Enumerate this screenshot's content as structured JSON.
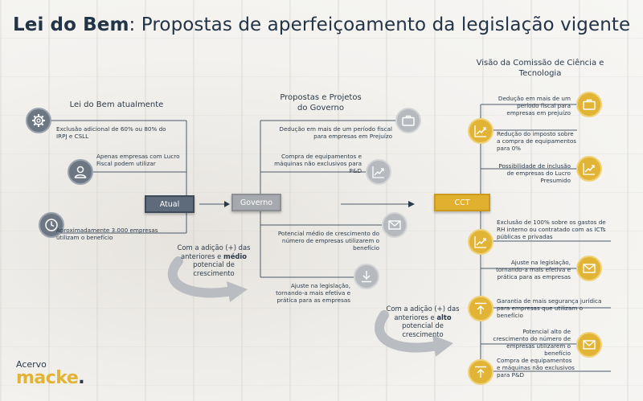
{
  "title": {
    "bold": "Lei do Bem",
    "rest": ": Propostas de aperfeiçoamento da legislação vigente"
  },
  "columns": {
    "atual": {
      "header": "Lei do Bem atualmente",
      "box": "Atual",
      "items": [
        {
          "icon": "gear-icon",
          "text": "Exclusão adicional de 60% ou 80% do IRPJ e CSLL"
        },
        {
          "icon": "user-icon",
          "text": "Apenas empresas com Lucro Fiscal podem utilizar"
        },
        {
          "icon": "clock-icon",
          "text": "Aproximadamente 3.000 empresas utilizam o benefício"
        }
      ]
    },
    "governo": {
      "header": "Propostas e Projetos do Governo",
      "box": "Governo",
      "items": [
        {
          "icon": "briefcase-icon",
          "text": "Dedução em mais de um período fiscal para empresas em Prejuízo"
        },
        {
          "icon": "chart-icon",
          "text": "Compra de equipamentos e máquinas não exclusivos para P&D"
        },
        {
          "icon": "mail-icon",
          "text": "Potencial médio de crescimento do número de empresas utilizarem o benefício"
        },
        {
          "icon": "download-icon",
          "text": "Ajuste na legislação, tornando-a mais efetiva e prática para as empresas"
        }
      ]
    },
    "cct": {
      "header": "Visão da Comissão de Ciência e Tecnologia",
      "box": "CCT",
      "items": [
        {
          "icon": "briefcase-icon",
          "text": "Dedução em mais de um período fiscal para empresas em prejuízo"
        },
        {
          "icon": "chart-icon",
          "text": "Redução do imposto sobre a compra de equipamentos para 0%"
        },
        {
          "icon": "chart-icon",
          "text": "Possibilidade de inclusão de empresas do Lucro Presumido"
        },
        {
          "icon": "chart-icon",
          "text": "Exclusão de 100% sobre os gastos de RH interno ou contratado com as ICTs públicas e privadas"
        },
        {
          "icon": "mail-icon",
          "text": "Ajuste na legislação, tornando-a mais efetiva e prática para as empresas"
        },
        {
          "icon": "upload-icon",
          "text": "Garantia de mais segurança jurídica para empresas que utilizam o benefício"
        },
        {
          "icon": "mail-icon",
          "text": "Potencial alto de crescimento do número de empresas utilizarem o benefício"
        },
        {
          "icon": "upload-icon",
          "text": "Compra de equipamentos e máquinas não exclusivos para P&D"
        }
      ]
    }
  },
  "notes": {
    "medio": {
      "pre": "Com a adição (+) das anteriores e",
      "bold": "médio",
      "post": "potencial de crescimento"
    },
    "alto": {
      "pre": "Com a adição (+) das anteriores e",
      "bold": "alto",
      "post": "potencial de crescimento"
    }
  },
  "logo": {
    "line1": "Acervo",
    "line2": "macke",
    "dot": "."
  },
  "colors": {
    "dark": "#5e6b7a",
    "grey": "#a6a9ad",
    "gold": "#e0b02e",
    "title": "#233447"
  }
}
